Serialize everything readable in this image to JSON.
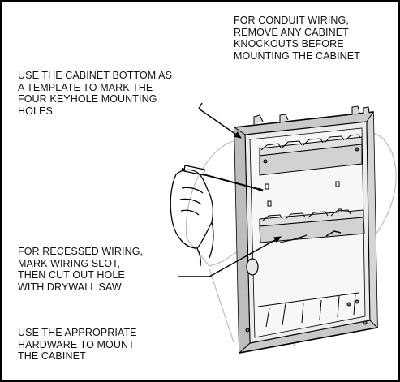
{
  "notes": {
    "conduit": [
      "FOR CONDUIT WIRING,",
      "REMOVE ANY CABINET",
      "KNOCKOUTS BEFORE",
      "MOUNTING THE CABINET"
    ],
    "template": [
      "USE THE CABINET BOTTOM AS",
      "A TEMPLATE TO MARK THE",
      "FOUR KEYHOLE MOUNTING",
      "HOLES"
    ],
    "recessed": [
      "FOR RECESSED WIRING,",
      "MARK WIRING SLOT,",
      "THEN CUT OUT HOLE",
      "WITH DRYWALL SAW"
    ],
    "hardware": [
      "USE THE APPROPRIATE",
      "HARDWARE TO MOUNT",
      "THE CABINET"
    ]
  }
}
